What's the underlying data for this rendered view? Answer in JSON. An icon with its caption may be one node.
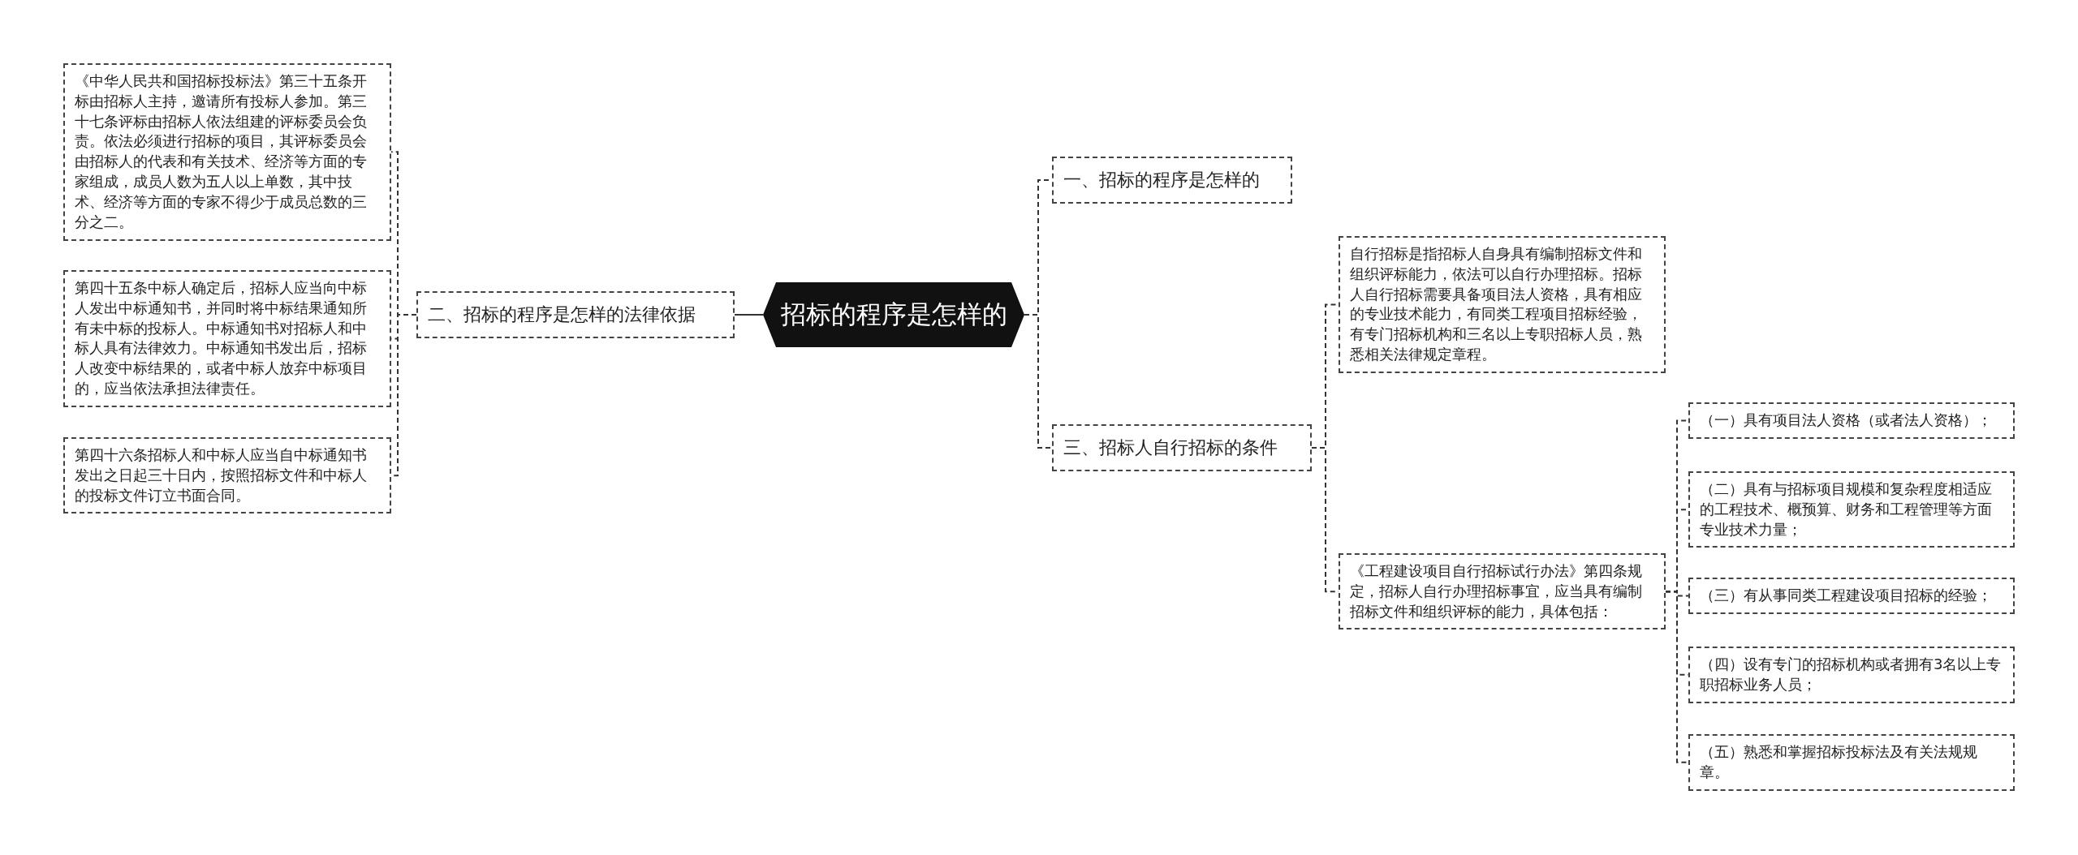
{
  "diagram": {
    "nodes": [
      {
        "text": [
          "招标的程序是怎样的"
        ]
      },
      {
        "text": [
          "一、招标的程序是怎样的"
        ]
      },
      {
        "text": [
          "二、招标的程序是怎样的法律依据"
        ]
      },
      {
        "text": [
          "三、招标人自行招标的条件"
        ]
      },
      {
        "text": [
          "《中华人民共和国招标投标法》第三十五条开标由招标人主持，邀请所有投标人参加。第三十七条评标由招标人依法组建的评标委员会负责。依法必须进行招标的项目，其评标委员会由招标人的代表和有关技术、经济等方面的专家组成，成员人数为五人以上单数，其中技术、经济等方面的专家不得少于成员总数的三分之二。"
        ]
      },
      {
        "text": [
          "第四十五条中标人确定后，招标人应当向中标人发出中标通知书，并同时将中标结果通知所有未中标的投标人。中标通知书对招标人和中标人具有法律效力。中标通知书发出后，招标人改变中标结果的，或者中标人放弃中标项目的，应当依法承担法律责任。"
        ]
      },
      {
        "text": [
          "第四十六条招标人和中标人应当自中标通知书发出之日起三十日内，按照招标文件和中标人的投标文件订立书面合同。"
        ]
      },
      {
        "text": [
          "自行招标是指招标人自身具有编制招标文件和组织评标能力，依法可以自行办理招标。招标人自行招标需要具备项目法人资格，具有相应的专业技术能力，有同类工程项目招标经验，有专门招标机构和三名以上专职招标人员，熟悉相关法律规定章程。"
        ]
      },
      {
        "text": [
          "《工程建设项目自行招标试行办法》第四条规定，招标人自行办理招标事宜，应当具有编制招标文件和组织评标的能力，具体包括："
        ]
      },
      {
        "text": [
          "（一）具有项目法人资格（或者法人资格）；"
        ]
      },
      {
        "text": [
          "（二）具有与招标项目规模和复杂程度相适应的工程技术、概预算、财务和工程管理等方面专业技术力量；"
        ]
      },
      {
        "text": [
          "（三）有从事同类工程建设项目招标的经验；"
        ]
      },
      {
        "text": [
          "（四）设有专门的招标机构或者拥有3名以上专职招标业务人员；"
        ]
      },
      {
        "text": [
          "（五）熟悉和掌握招标投标法及有关法规规章。"
        ]
      }
    ],
    "edges": [
      {
        "from": 0,
        "to": 1,
        "arrow": "none",
        "style": "dashed"
      },
      {
        "from": 0,
        "to": 2,
        "arrow": "none"
      },
      {
        "from": 0,
        "to": 3,
        "arrow": "none",
        "style": "dashed"
      },
      {
        "from": 2,
        "to": 4,
        "arrow": "none",
        "style": "dashed"
      },
      {
        "from": 2,
        "to": 5,
        "arrow": "none",
        "style": "dashed"
      },
      {
        "from": 2,
        "to": 6,
        "arrow": "none",
        "style": "dashed"
      },
      {
        "from": 3,
        "to": 7,
        "arrow": "none",
        "style": "dashed"
      },
      {
        "from": 3,
        "to": 8,
        "arrow": "none",
        "style": "dashed"
      },
      {
        "from": 8,
        "to": 9,
        "arrow": "none",
        "style": "dashed"
      },
      {
        "from": 8,
        "to": 10,
        "arrow": "none",
        "style": "dashed"
      },
      {
        "from": 8,
        "to": 11,
        "arrow": "none",
        "style": "dashed"
      },
      {
        "from": 8,
        "to": 12,
        "arrow": "none",
        "style": "dashed"
      },
      {
        "from": 8,
        "to": 13,
        "arrow": "none",
        "style": "dashed"
      }
    ]
  }
}
